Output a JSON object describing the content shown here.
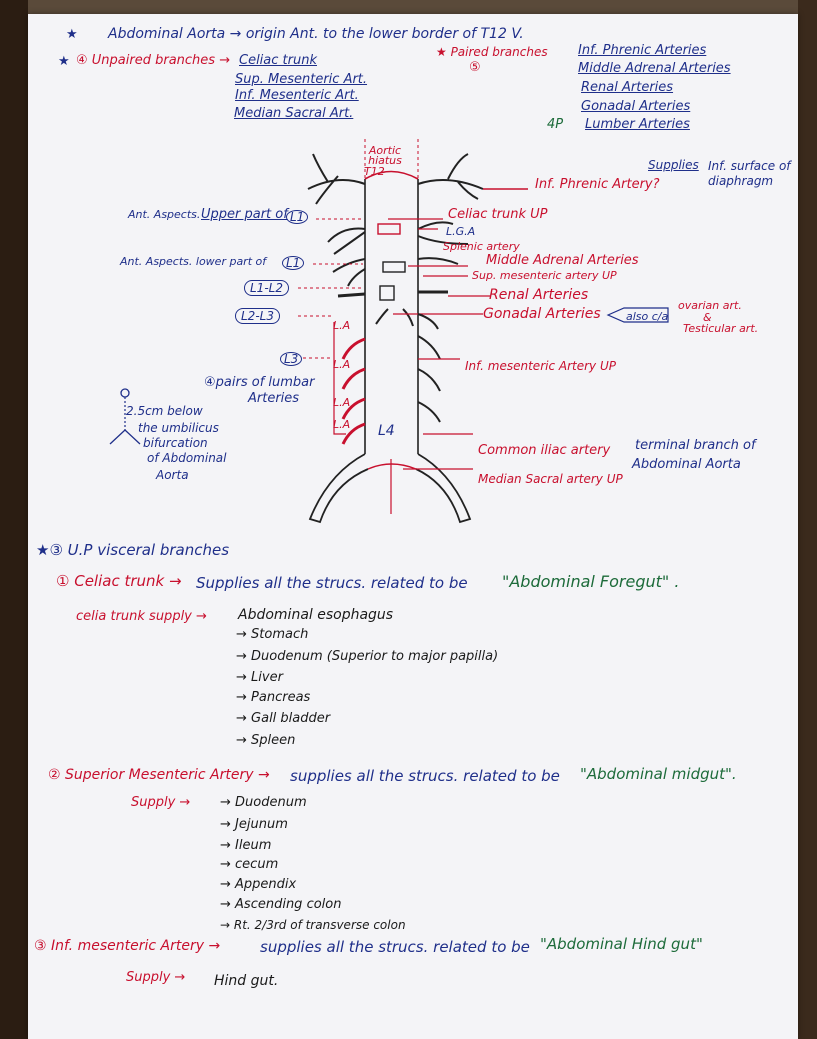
{
  "header": {
    "line1": "Abdominal Aorta → origin Ant. to the lower border of T12 V.",
    "unpaired_heading": "④ Unpaired branches →",
    "unpaired_list": [
      "Celiac trunk",
      "Sup. Mesenteric Art.",
      "Inf. Mesenteric Art.",
      "Median Sacral Art."
    ],
    "paired_heading": "★ Paired branches",
    "paired_count": "⑤",
    "paired_list": [
      "Inf. Phrenic Arteries",
      "Middle Adrenal Arteries",
      "Renal Arteries",
      "Gonadal Arteries",
      "Lumber Arteries"
    ],
    "lumbar_count": "4P"
  },
  "diagram": {
    "aortic_hiatus": "Aortic hiatus",
    "t12": "T12",
    "supplies_label": "Supplies",
    "supplies_text": "Inf. surface of diaphragm",
    "inf_phrenic": "Inf. Phrenic Artery?",
    "celiac": "Celiac trunk UP",
    "lga": "L.G.A",
    "splenic": "Splenic artery",
    "middle_adrenal": "Middle Adrenal Arteries",
    "sup_mesenteric": "Sup. mesenteric artery UP",
    "renal": "Renal Arteries",
    "gonadal": "Gonadal Arteries",
    "also_called": "also c/a",
    "ovarian": "ovarian art.",
    "amp": "&",
    "testicular": "Testicular art.",
    "inf_mesenteric": "Inf. mesenteric Artery UP",
    "common_iliac": "Common iliac artery",
    "terminal_branch": "terminal branch of",
    "terminal_branch2": "Abdominal Aorta",
    "median_sacral": "Median Sacral artery UP",
    "l4": "L4",
    "la": "L.A",
    "left_labels": {
      "upper_l1_prefix": "Ant. Aspects.",
      "upper_l1_text": "Upper part of",
      "upper_l1_circle": "L1",
      "lower_l1_text": "Ant. Aspects. lower part of",
      "lower_l1_circle": "L1",
      "l1l2": "L1-L2",
      "l2l3": "L2-L3",
      "l3": "L3",
      "pairs_lumbar": "④pairs of lumbar",
      "pairs_lumbar2": "Arteries",
      "umbilicus": [
        "2.5cm below",
        "the umbilicus",
        "bifurcation",
        "of Abdominal",
        "Aorta"
      ]
    }
  },
  "visceral": {
    "heading": "★③ U.P visceral branches",
    "celiac": {
      "title": "① Celiac trunk →",
      "supplies": "Supplies all the strucs. related to be",
      "region": "\"Abdominal Foregut\" .",
      "supply_label": "celia trunk supply →",
      "items": [
        "Abdominal esophagus",
        "Stomach",
        "Duodenum (Superior to major papilla)",
        "Liver",
        "Pancreas",
        "Gall bladder",
        "Spleen"
      ]
    },
    "sma": {
      "title": "② Superior Mesenteric Artery →",
      "supplies": "supplies all the strucs. related to be",
      "region": "\"Abdominal midgut\".",
      "supply_label": "Supply →",
      "items": [
        "Duodenum",
        "Jejunum",
        "Ileum",
        "cecum",
        "Appendix",
        "Ascending colon",
        "Rt. 2/3rd of transverse colon"
      ]
    },
    "ima": {
      "title": "③ Inf. mesenteric Artery →",
      "supplies": "supplies all the strucs. related to be",
      "region": "\"Abdominal Hind gut\"",
      "supply_label": "Supply →",
      "item": "Hind gut."
    }
  }
}
